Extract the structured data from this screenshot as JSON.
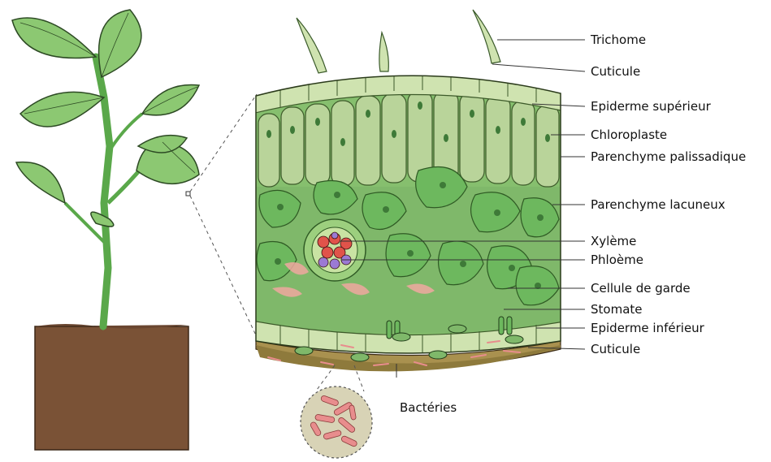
{
  "labels": {
    "trichome": "Trichome",
    "cuticule_sup": "Cuticule",
    "epiderme_sup": "Epiderme supérieur",
    "chloroplaste": "Chloroplaste",
    "palissadique": "Parenchyme palissadique",
    "lacuneux": "Parenchyme lacuneux",
    "xyleme": "Xylème",
    "phloeme": "Phloème",
    "garde": "Cellule de garde",
    "stomate": "Stomate",
    "epiderme_inf": "Epiderme inférieur",
    "cuticule_inf": "Cuticule",
    "bacteries": "Bactéries"
  },
  "colors": {
    "leaf_green": "#7ec46a",
    "palisade": "#b9d49a",
    "spongy": "#6db85e",
    "epidermis": "#cfe3b0",
    "soil": "#7a5236",
    "lower_surface": "#a9914f",
    "xylem": "#e0534a",
    "phloem": "#9b7ad4",
    "bacteria": "#e88d8d"
  }
}
